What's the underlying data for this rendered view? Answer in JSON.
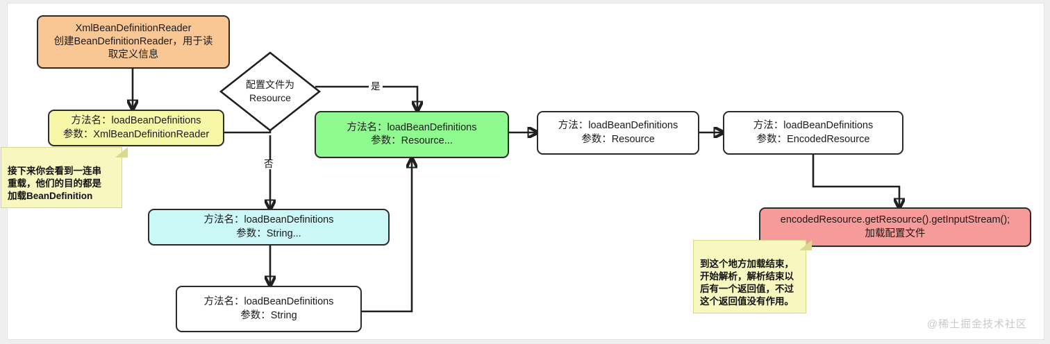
{
  "diagram": {
    "title": "Spring XmlBeanDefinitionReader loadBeanDefinitions flow",
    "watermark": "@稀土掘金技术社区",
    "colors": {
      "orange": "#f8c794",
      "yellow": "#f7f7a8",
      "green": "#8ffa8f",
      "cyan": "#ccf7f7",
      "pink": "#f79a9a",
      "white": "#ffffff",
      "note": "#f7f7bf",
      "stroke": "#1f1f1f",
      "background": "#ffffff",
      "page": "#efefef",
      "watermark": "#c9c9c9"
    },
    "nodes": [
      {
        "id": "reader",
        "shape": "rounded-rect",
        "fill": "orange",
        "text": "XmlBeanDefinitionReader\n创建BeanDefinitionReader，用于读\n取定义信息"
      },
      {
        "id": "decision",
        "shape": "diamond",
        "fill": "white",
        "text": "配置文件为\nResource"
      },
      {
        "id": "load-xmlreader",
        "shape": "rounded-rect",
        "fill": "yellow",
        "text": "方法名：loadBeanDefinitions\n参数：XmlBeanDefinitionReader"
      },
      {
        "id": "load-resource-varargs",
        "shape": "rounded-rect",
        "fill": "green",
        "text": "方法名：loadBeanDefinitions\n参数：Resource..."
      },
      {
        "id": "load-resource",
        "shape": "rounded-rect",
        "fill": "white",
        "text": "方法：loadBeanDefinitions\n参数：Resource"
      },
      {
        "id": "load-encodedresource",
        "shape": "rounded-rect",
        "fill": "white",
        "text": "方法：loadBeanDefinitions\n参数：EncodedResource"
      },
      {
        "id": "get-inputstream",
        "shape": "rounded-rect",
        "fill": "pink",
        "text": "encodedResource.getResource().getInputStream();\n加载配置文件"
      },
      {
        "id": "load-string-varargs",
        "shape": "rounded-rect",
        "fill": "cyan",
        "text": "方法名：loadBeanDefinitions\n参数：String..."
      },
      {
        "id": "load-string",
        "shape": "rounded-rect",
        "fill": "white",
        "text": "方法名：loadBeanDefinitions\n参数：String"
      }
    ],
    "edge_labels": {
      "yes": "是",
      "no": "否"
    },
    "notes": [
      {
        "id": "note-overloads",
        "text": "接下来你会看到一连串\n重载，他们的目的都是\n加载BeanDefinition"
      },
      {
        "id": "note-parse",
        "text": "到这个地方加载结束，\n开始解析，解析结束以\n后有一个返回值，不过\n这个返回值没有作用。"
      }
    ]
  }
}
